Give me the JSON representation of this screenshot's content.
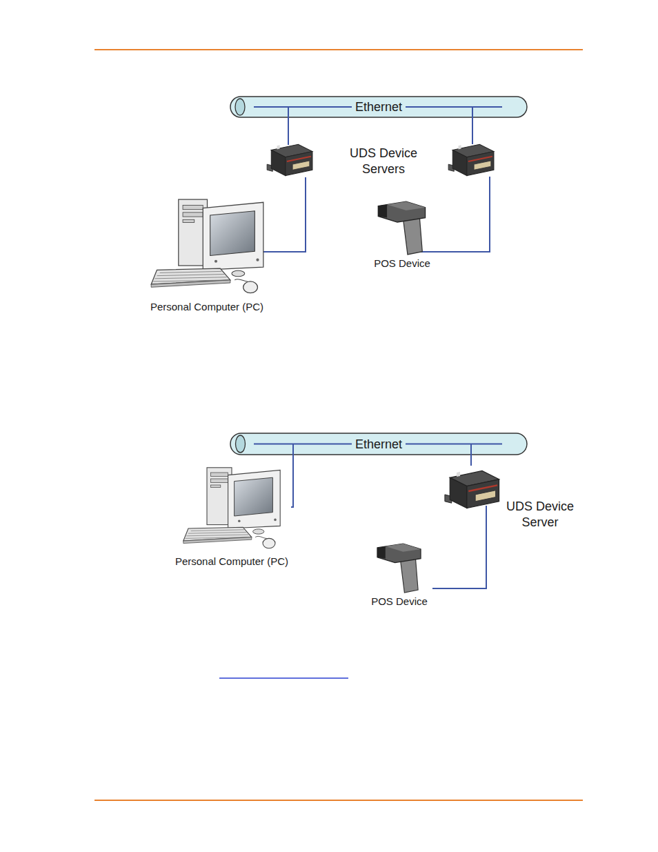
{
  "diagram": {
    "nodes": [
      {
        "text": [
          "Ethernet"
        ]
      },
      {
        "text": [
          "Personal Computer (PC)"
        ]
      },
      {
        "text": [
          "POS Device"
        ]
      },
      {
        "text": [
          "Ethernet"
        ]
      },
      {
        "text": [
          "Personal Computer (PC)"
        ]
      },
      {
        "text": [
          "UDS Device Server"
        ]
      },
      {
        "text": [
          "POS Device"
        ]
      }
    ],
    "edges": [
      {
        "from": 3,
        "to": 4,
        "arrow": "none"
      },
      {
        "from": 3,
        "to": 5,
        "arrow": "none"
      },
      {
        "from": 5,
        "to": 6,
        "arrow": "none"
      }
    ],
    "labels": [
      "UDS Device Servers"
    ]
  }
}
